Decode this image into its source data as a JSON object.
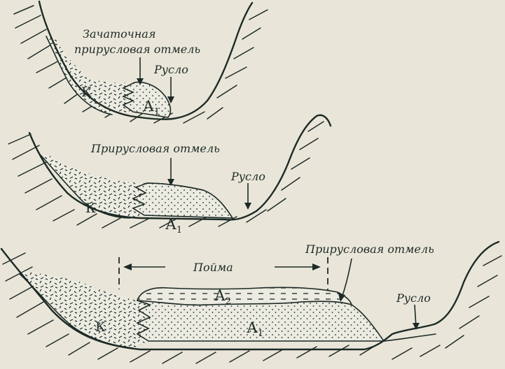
{
  "panels": [
    {
      "labels": {
        "initial_bar_line1": "Зачаточная",
        "initial_bar_line2": "прирусловая отмель",
        "channel": "Русло",
        "k": "К",
        "a1": "А",
        "a1_sub": "1"
      }
    },
    {
      "labels": {
        "bar": "Прирусловая отмель",
        "channel": "Русло",
        "k": "К",
        "a1": "А",
        "a1_sub": "1"
      }
    },
    {
      "labels": {
        "floodplain": "Пойма",
        "bar": "Прирусловая отмель",
        "channel": "Русло",
        "k": "К",
        "a1": "А",
        "a1_sub": "1",
        "a2": "А",
        "a2_sub": "2"
      }
    }
  ]
}
